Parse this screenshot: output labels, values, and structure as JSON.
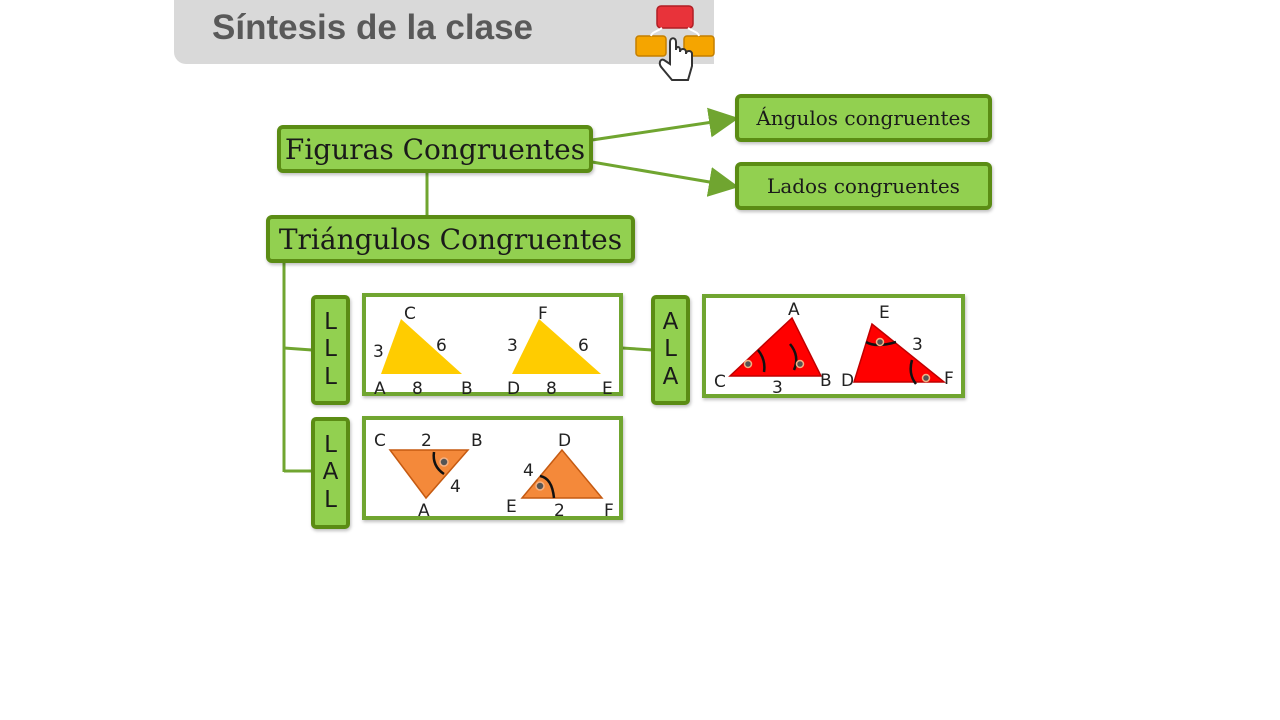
{
  "header": {
    "title": "Síntesis de la clase",
    "icon": "concept-map-click-icon"
  },
  "nodes": {
    "figuras": "Figuras Congruentes",
    "angulos": "Ángulos congruentes",
    "lados": "Lados congruentes",
    "triangulos": "Triángulos Congruentes"
  },
  "criteria": {
    "lll": [
      "L",
      "L",
      "L"
    ],
    "ala": [
      "A",
      "L",
      "A"
    ],
    "lal": [
      "L",
      "A",
      "L"
    ]
  },
  "lll_panel": {
    "t1": {
      "top": "C",
      "left": "A",
      "right": "B",
      "side_left": "3",
      "side_right": "6",
      "side_bottom": "8"
    },
    "t2": {
      "top": "F",
      "left": "D",
      "right": "E",
      "side_left": "3",
      "side_right": "6",
      "side_bottom": "8"
    }
  },
  "ala_panel": {
    "t1": {
      "top": "A",
      "left": "C",
      "right": "B",
      "side_bottom": "3"
    },
    "t2": {
      "top": "E",
      "left": "D",
      "right": "F",
      "side_right": "3"
    }
  },
  "lal_panel": {
    "t1": {
      "top_left": "C",
      "top_right": "B",
      "bottom": "A",
      "side_top": "2",
      "side_right": "4"
    },
    "t2": {
      "top": "D",
      "left": "E",
      "right": "F",
      "side_left": "4",
      "side_bottom": "2"
    }
  },
  "colors": {
    "node_fill": "#92d050",
    "node_border": "#5b8c14",
    "lll_tri": "#ffcc00",
    "ala_tri": "#ff0000",
    "lal_tri": "#f4893a"
  }
}
